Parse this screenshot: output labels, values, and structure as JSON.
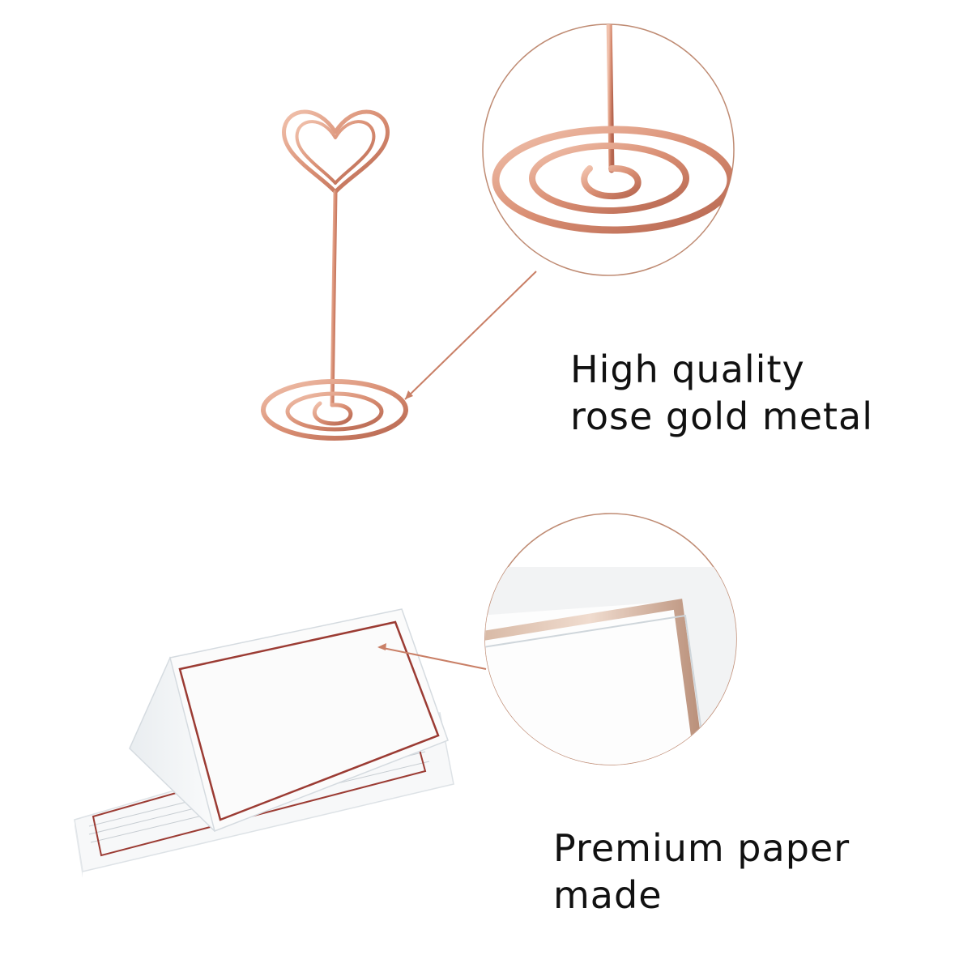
{
  "metal_feature": {
    "lines": [
      "High quality",
      "rose gold metal"
    ]
  },
  "paper_feature": {
    "lines": [
      "Premium paper",
      "made"
    ]
  },
  "colors": {
    "background": "#ffffff",
    "text": "#111111",
    "rose_gold": "#d9957a",
    "rose_gold_dark": "#b0644f",
    "pointer": "#c97f66",
    "circle_outline": "#bf8b73",
    "card_border": "#9b3b33",
    "card_white": "#fbfbfb"
  },
  "icons": [
    "heart-card-holder-icon",
    "spiral-base-icon",
    "place-card-icon"
  ]
}
